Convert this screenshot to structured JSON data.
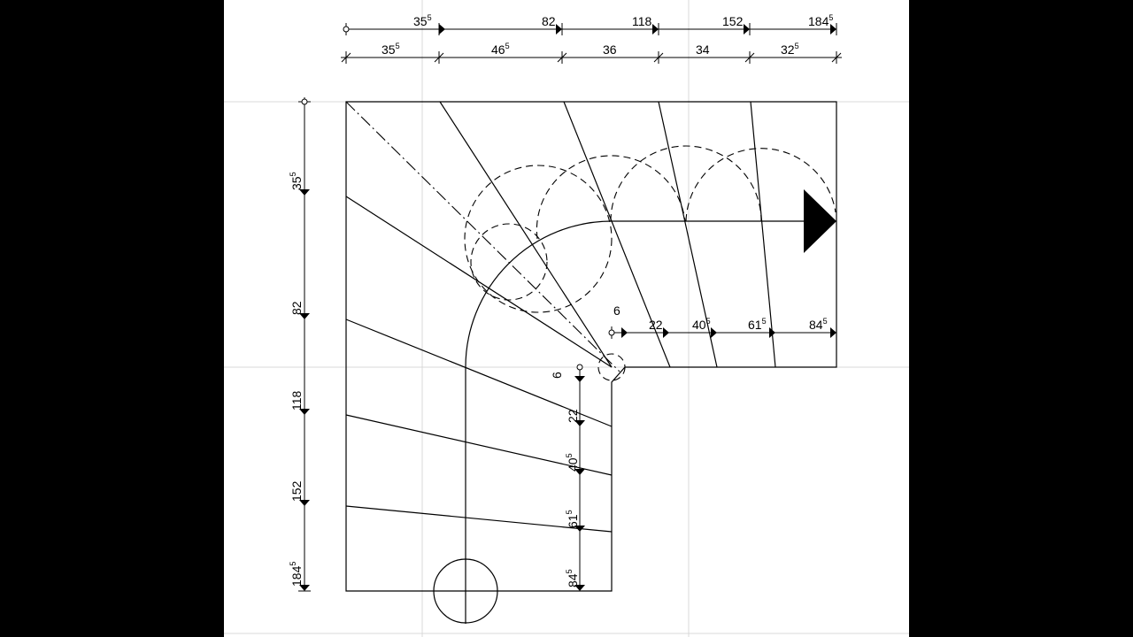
{
  "colors": {
    "letterbox": "#000000",
    "paper": "#ffffff",
    "grid": "#d9d9d9",
    "ink": "#000000"
  },
  "dimensions": {
    "top_cumulative": [
      {
        "text": "35",
        "sup": "5"
      },
      {
        "text": "82",
        "sup": ""
      },
      {
        "text": "118",
        "sup": ""
      },
      {
        "text": "152",
        "sup": ""
      },
      {
        "text": "184",
        "sup": "5"
      }
    ],
    "top_segments": [
      {
        "text": "35",
        "sup": "5"
      },
      {
        "text": "46",
        "sup": "5"
      },
      {
        "text": "36",
        "sup": ""
      },
      {
        "text": "34",
        "sup": ""
      },
      {
        "text": "32",
        "sup": "5"
      }
    ],
    "left_cumulative": [
      {
        "text": "35",
        "sup": "5"
      },
      {
        "text": "82",
        "sup": ""
      },
      {
        "text": "118",
        "sup": ""
      },
      {
        "text": "152",
        "sup": ""
      },
      {
        "text": "184",
        "sup": "5"
      }
    ],
    "walkline_horizontal": [
      {
        "text": "6",
        "sup": ""
      },
      {
        "text": "22",
        "sup": ""
      },
      {
        "text": "40",
        "sup": "5"
      },
      {
        "text": "61",
        "sup": "5"
      },
      {
        "text": "84",
        "sup": "5"
      }
    ],
    "walkline_vertical": [
      {
        "text": "6",
        "sup": ""
      },
      {
        "text": "22",
        "sup": ""
      },
      {
        "text": "40",
        "sup": "5"
      },
      {
        "text": "61",
        "sup": "5"
      },
      {
        "text": "84",
        "sup": "5"
      }
    ]
  }
}
